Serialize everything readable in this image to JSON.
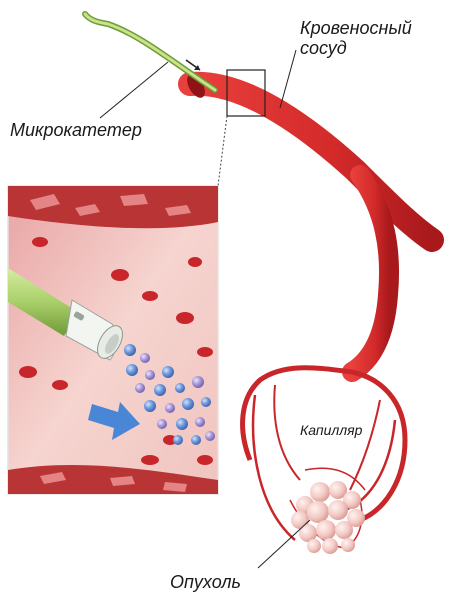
{
  "labels": {
    "vessel_line1": "Кровеносный",
    "vessel_line2": "сосуд",
    "catheter": "Микрокатетер",
    "capillary": "Капилляр",
    "tumor": "Опухоль"
  },
  "colors": {
    "vessel": "#d32a2a",
    "vessel_dark": "#a8191c",
    "catheter": "#a9cf6a",
    "inset_bg": "#f2c9c4",
    "particle_blue": "#5a86d2",
    "particle_purple": "#9c8bd0",
    "arrow": "#4a86d6",
    "tumor": "#f3c9c4"
  },
  "icons": {
    "arrow": "arrow-icon",
    "particles": "microsphere-icon"
  }
}
